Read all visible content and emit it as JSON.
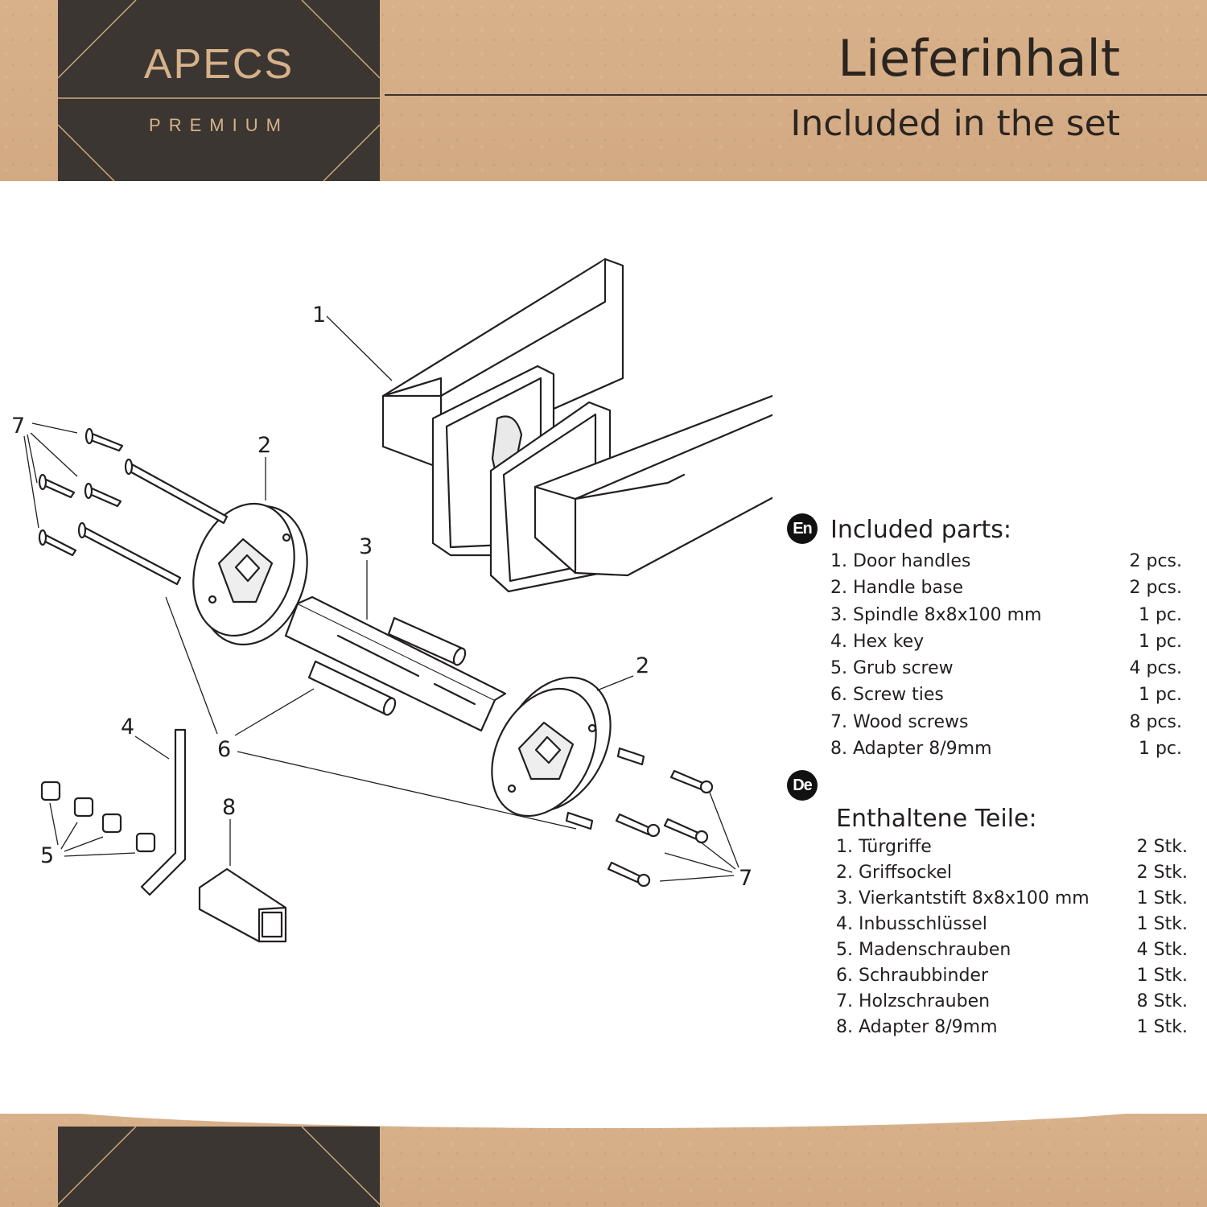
{
  "brand": {
    "name": "APECS",
    "tagline": "PREMIUM"
  },
  "header": {
    "title_de": "Lieferinhalt",
    "title_en": "Included in the set"
  },
  "callouts": [
    "1",
    "2",
    "2",
    "3",
    "4",
    "5",
    "6",
    "7",
    "7",
    "8"
  ],
  "en_section": {
    "badge": "En",
    "heading": "Included parts:",
    "items": [
      {
        "label": "1. Door handles",
        "qty": "2 pcs."
      },
      {
        "label": "2. Handle base",
        "qty": "2 pcs."
      },
      {
        "label": "3. Spindle 8x8x100 mm",
        "qty": "1 pc."
      },
      {
        "label": "4. Hex key",
        "qty": "1 pc."
      },
      {
        "label": "5. Grub screw",
        "qty": "4 pcs."
      },
      {
        "label": "6. Screw ties",
        "qty": "1 pc."
      },
      {
        "label": "7. Wood screws",
        "qty": "8 pcs."
      },
      {
        "label": "8. Adapter 8/9mm",
        "qty": "1 pc."
      }
    ]
  },
  "de_section": {
    "badge": "De",
    "heading": "Enthaltene Teile:",
    "items": [
      {
        "label": "1. Türgriffe",
        "qty": "2 Stk."
      },
      {
        "label": "2. Griffsockel",
        "qty": "2 Stk."
      },
      {
        "label": "3. Vierkantstift 8x8x100 mm",
        "qty": "1 Stk."
      },
      {
        "label": "4. Inbusschlüssel",
        "qty": "1 Stk."
      },
      {
        "label": "5. Madenschrauben",
        "qty": "4 Stk."
      },
      {
        "label": "6. Schraubbinder",
        "qty": "1 Stk."
      },
      {
        "label": "7. Holzschrauben",
        "qty": "8 Stk."
      },
      {
        "label": "8. Adapter 8/9mm",
        "qty": "1 Stk."
      }
    ]
  },
  "colors": {
    "kraft": "#d5ae88",
    "logo_box": "#3b3631",
    "logo_text": "#d6b18a",
    "ink": "#231f20"
  }
}
